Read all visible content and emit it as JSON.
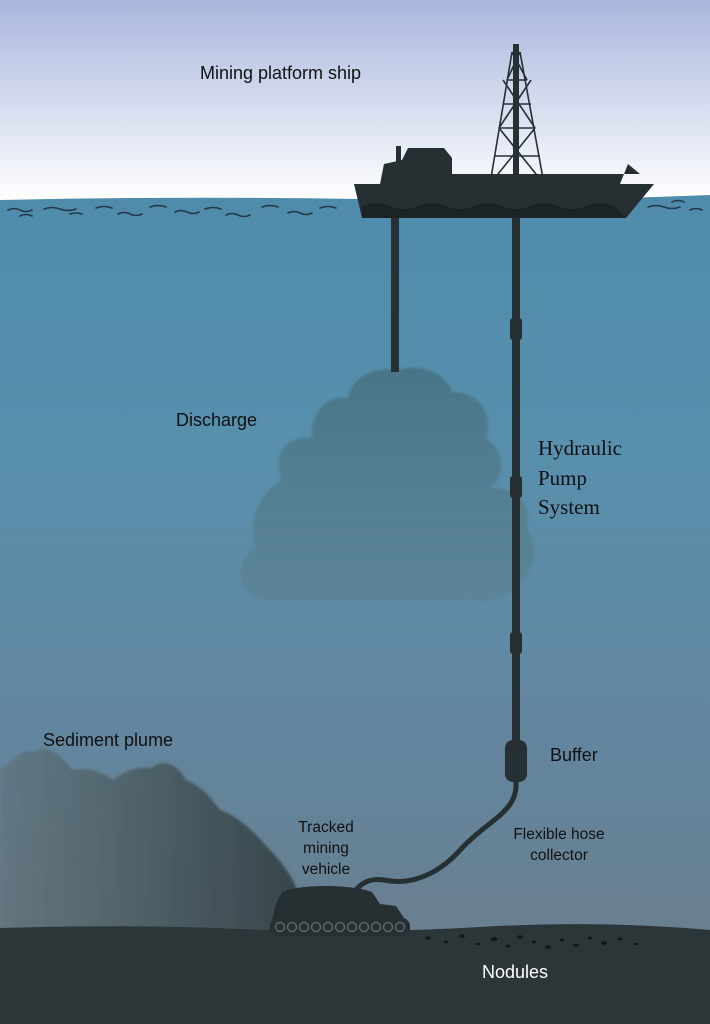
{
  "labels": {
    "ship": "Mining platform ship",
    "discharge": "Discharge",
    "pump": [
      "Hydraulic",
      "Pump",
      "System"
    ],
    "sediment_plume": "Sediment plume",
    "buffer": "Buffer",
    "tracked_vehicle": [
      "Tracked",
      "mining",
      "vehicle"
    ],
    "flexible_hose": [
      "Flexible hose",
      "collector"
    ],
    "nodules": "Nodules"
  },
  "colors": {
    "sky_top": "#a9b6dd",
    "sky_bottom": "#ffffff",
    "sea_top": "#4f8bab",
    "sea_mid": "#5890ad",
    "sea_bottom": "#697f8f",
    "seabed": "#2c3538",
    "equipment": "#263033",
    "discharge_cloud": "#4b7686",
    "sediment_plume": "#3e4c4f"
  }
}
